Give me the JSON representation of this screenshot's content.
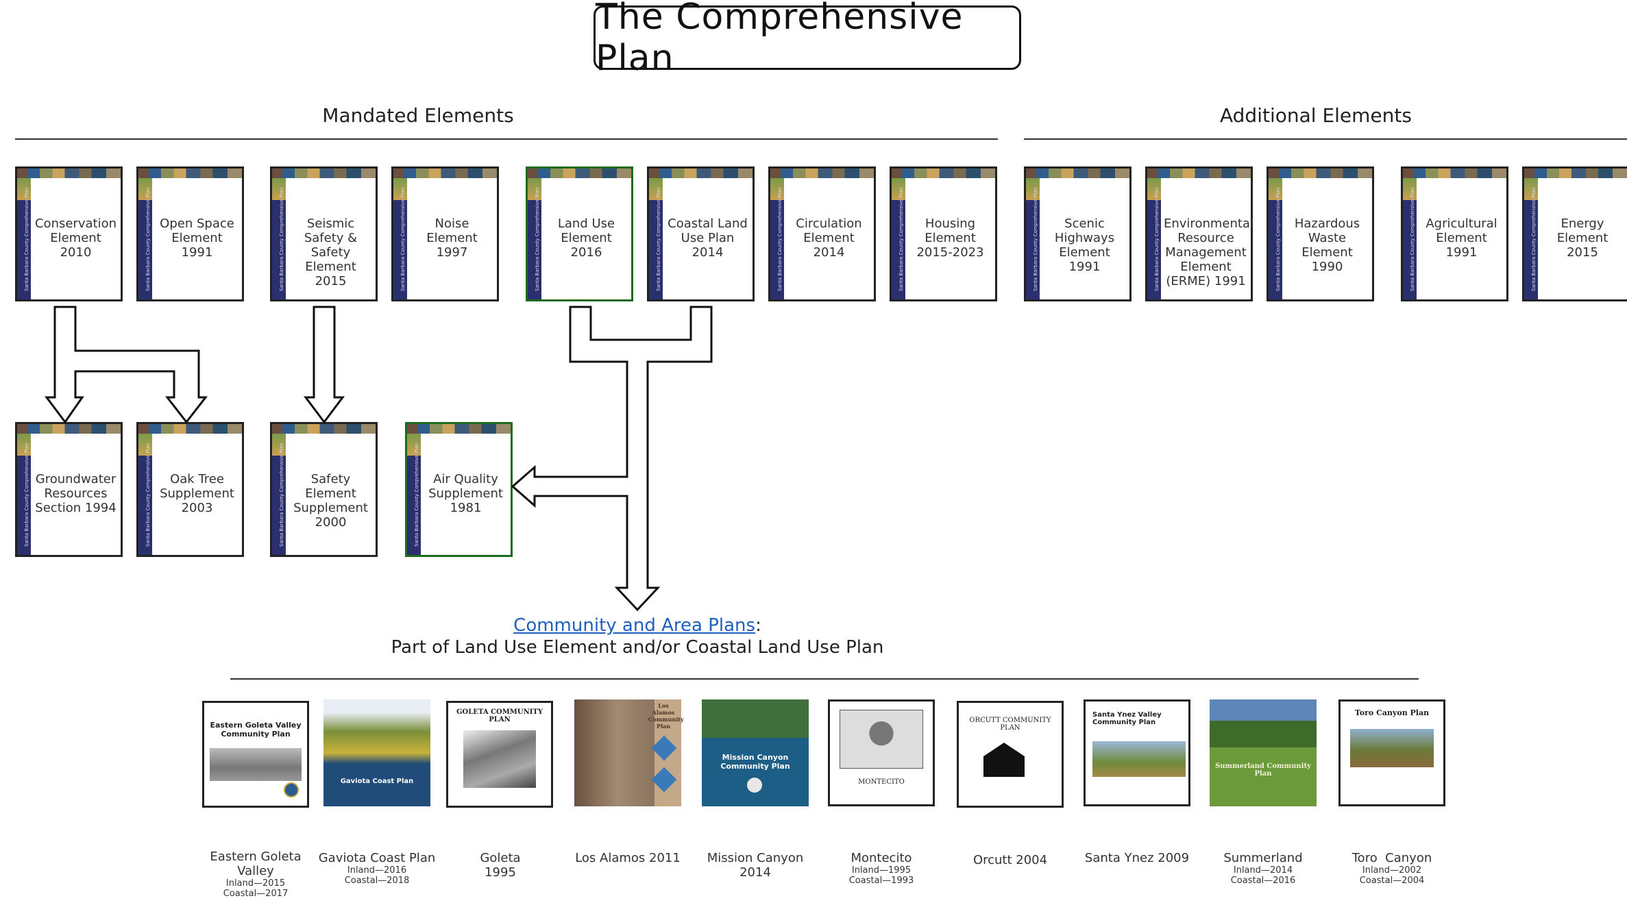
{
  "title": "The Comprehensive Plan",
  "sections": {
    "mandated": "Mandated Elements",
    "additional": "Additional Elements"
  },
  "spine_text": "Santa Barbara County Comprehensive Plan",
  "mandated_elements": [
    {
      "label": "Conservation Element 2010"
    },
    {
      "label": "Open Space Element 1991"
    },
    {
      "label": "Seismic Safety & Safety Element 2015"
    },
    {
      "label": "Noise Element 1997"
    },
    {
      "label": "Land Use Element 2016"
    },
    {
      "label": "Coastal Land Use Plan 2014"
    },
    {
      "label": "Circulation Element 2014"
    },
    {
      "label": "Housing Element 2015-2023"
    }
  ],
  "additional_elements": [
    {
      "label": "Scenic Highways Element 1991"
    },
    {
      "label": "Environmental Resource Management Element (ERME) 1991"
    },
    {
      "label": "Hazardous Waste Element 1990"
    },
    {
      "label": "Agricultural Element 1991"
    },
    {
      "label": "Energy Element 2015"
    }
  ],
  "supplements": [
    {
      "label": "Groundwater Resources Section 1994"
    },
    {
      "label": "Oak Tree Supplement 2003"
    },
    {
      "label": "Safety Element Supplement 2000"
    },
    {
      "label": "Air Quality Supplement 1981"
    }
  ],
  "community": {
    "link_text": "Community and Area Plans",
    "colon": ":",
    "subtitle": "Part of Land Use Element and/or Coastal Land Use Plan"
  },
  "plans": [
    {
      "cover": "Eastern Goleta Valley Community Plan",
      "name": "Eastern Goleta Valley",
      "inland": "Inland—2015",
      "coastal": "Coastal—2017"
    },
    {
      "cover": "Gaviota Coast Plan",
      "name": "Gaviota Coast Plan",
      "inland": "Inland—2016",
      "coastal": "Coastal—2018"
    },
    {
      "cover": "GOLETA COMMUNITY PLAN",
      "name": "Goleta",
      "inland": "1995",
      "coastal": ""
    },
    {
      "cover": "Los Alamos Community Plan",
      "name": "Los Alamos 2011",
      "inland": "",
      "coastal": ""
    },
    {
      "cover": "Mission Canyon Community Plan",
      "name": "Mission Canyon",
      "inland": "2014",
      "coastal": ""
    },
    {
      "cover": "MONTECITO",
      "name": "Montecito",
      "inland": "Inland—1995",
      "coastal": "Coastal—1993"
    },
    {
      "cover": "ORCUTT COMMUNITY PLAN",
      "name": "Orcutt 2004",
      "inland": "",
      "coastal": ""
    },
    {
      "cover": "Santa Ynez Valley Community Plan",
      "name": "Santa Ynez 2009",
      "inland": "",
      "coastal": ""
    },
    {
      "cover": "Summerland Community Plan",
      "name": "Summerland",
      "inland": "Inland—2014",
      "coastal": "Coastal—2016"
    },
    {
      "cover": "Toro Canyon Plan",
      "name": "Toro  Canyon",
      "inland": "Inland—2002",
      "coastal": "Coastal—2004"
    }
  ],
  "colors": {
    "spine": "#2a2f6d",
    "green_border": "#1e6b1e",
    "link": "#1f5fbf"
  }
}
